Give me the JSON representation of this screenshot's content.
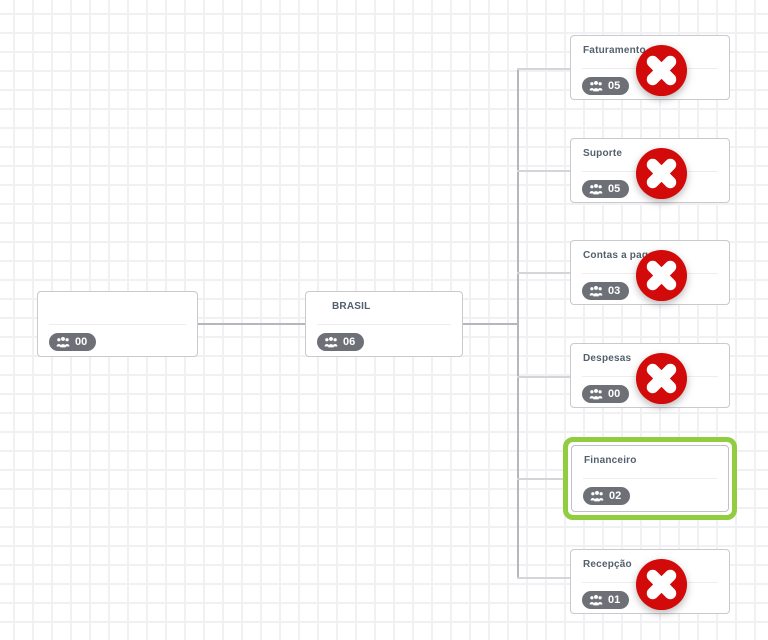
{
  "diagram": {
    "type": "org-chart",
    "root": {
      "title": "",
      "count": "00"
    },
    "country": {
      "title": "BRASIL",
      "count": "06"
    },
    "children": [
      {
        "title": "Faturamento",
        "count": "05",
        "deletable": true,
        "selected": false
      },
      {
        "title": "Suporte",
        "count": "05",
        "deletable": true,
        "selected": false
      },
      {
        "title": "Contas a pagar",
        "count": "03",
        "deletable": true,
        "selected": false
      },
      {
        "title": "Despesas",
        "count": "00",
        "deletable": true,
        "selected": false
      },
      {
        "title": "Financeiro",
        "count": "02",
        "deletable": false,
        "selected": true
      },
      {
        "title": "Recepção",
        "count": "01",
        "deletable": true,
        "selected": false
      }
    ],
    "edges": [
      [
        "root",
        "BRASIL"
      ],
      [
        "BRASIL",
        "Faturamento"
      ],
      [
        "BRASIL",
        "Suporte"
      ],
      [
        "BRASIL",
        "Contas a pagar"
      ],
      [
        "BRASIL",
        "Despesas"
      ],
      [
        "BRASIL",
        "Financeiro"
      ],
      [
        "BRASIL",
        "Recepção"
      ]
    ],
    "colors": {
      "delete_red": "#d20a0a",
      "selected_green": "#92cc41",
      "badge_gray": "#6d7077",
      "card_border": "#c9c9ce",
      "edge_gray": "#b6b6bd",
      "edge_light": "#d4d4d9",
      "grid": "#f1f1f4",
      "title_text": "#54606e"
    }
  }
}
